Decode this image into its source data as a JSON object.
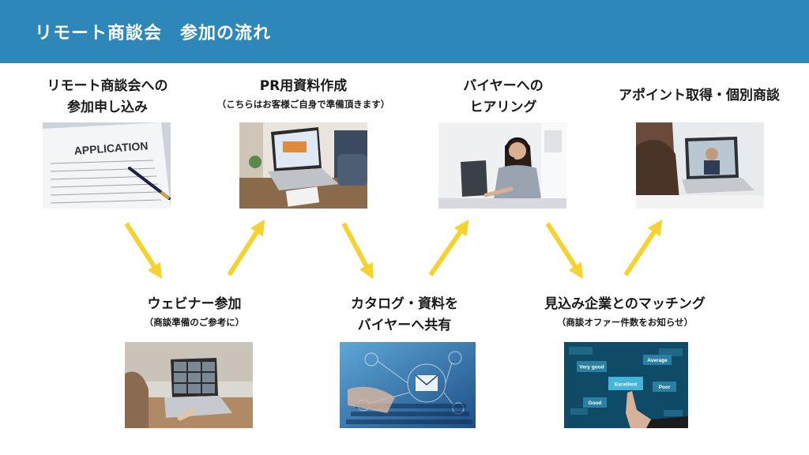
{
  "header": {
    "title": "リモート商談会　参加の流れ"
  },
  "steps": [
    {
      "title_line1": "リモート商談会への",
      "title_line2": "参加申し込み",
      "sub": "",
      "photo_label": "APPLICATION"
    },
    {
      "title_line1": "PR用資料作成",
      "title_line2": "",
      "sub": "（こちらはお客様ご自身で準備頂きます）"
    },
    {
      "title_line1": "バイヤーへの",
      "title_line2": "ヒアリング",
      "sub": ""
    },
    {
      "title_line1": "アポイント取得・個別商談",
      "title_line2": "",
      "sub": ""
    },
    {
      "title_line1": "ウェビナー参加",
      "title_line2": "",
      "sub": "（商談準備のご参考に）"
    },
    {
      "title_line1": "カタログ・資料を",
      "title_line2": "バイヤーへ共有",
      "sub": ""
    },
    {
      "title_line1": "見込み企業とのマッチング",
      "title_line2": "",
      "sub": "（商談オファー件数をお知らせ）",
      "photo_words": [
        "Very good",
        "Average",
        "Excellent",
        "Poor",
        "Good"
      ]
    }
  ],
  "colors": {
    "header": "#2d87b9",
    "arrow": "#f5d22e"
  }
}
